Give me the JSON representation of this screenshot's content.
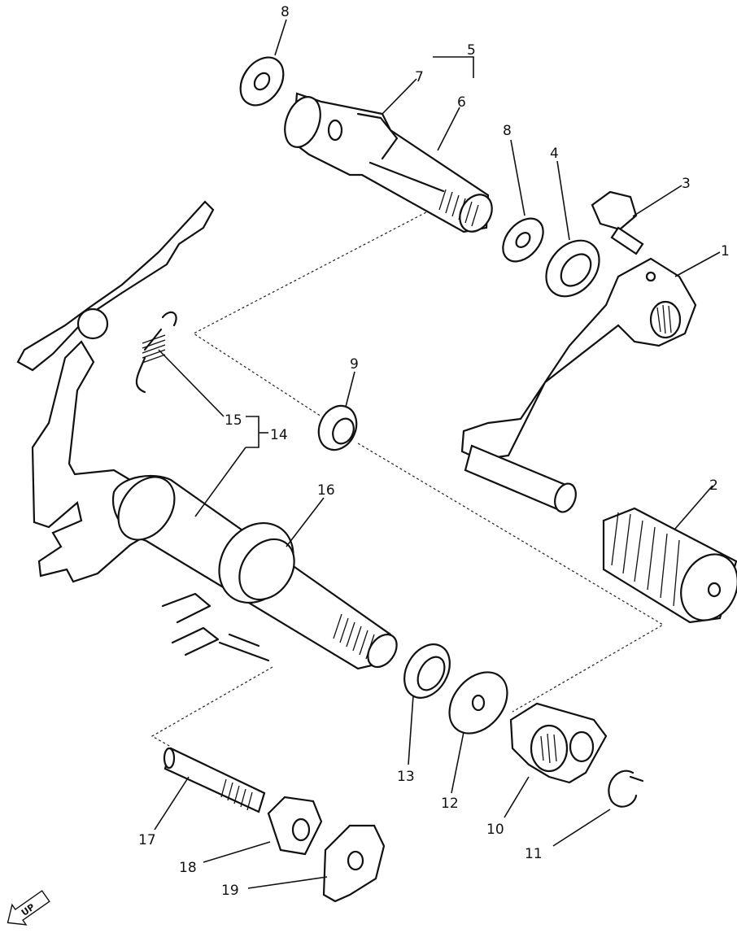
{
  "callouts": {
    "c1": "1",
    "c2": "2",
    "c3": "3",
    "c4": "4",
    "c5": "5",
    "c6": "6",
    "c7": "7",
    "c8a": "8",
    "c8b": "8",
    "c9": "9",
    "c10": "10",
    "c11": "11",
    "c12": "12",
    "c13": "13",
    "c14": "14",
    "c15": "15",
    "c16": "16",
    "c17": "17",
    "c18": "18",
    "c19": "19"
  },
  "up_arrow": {
    "label": "UP"
  }
}
